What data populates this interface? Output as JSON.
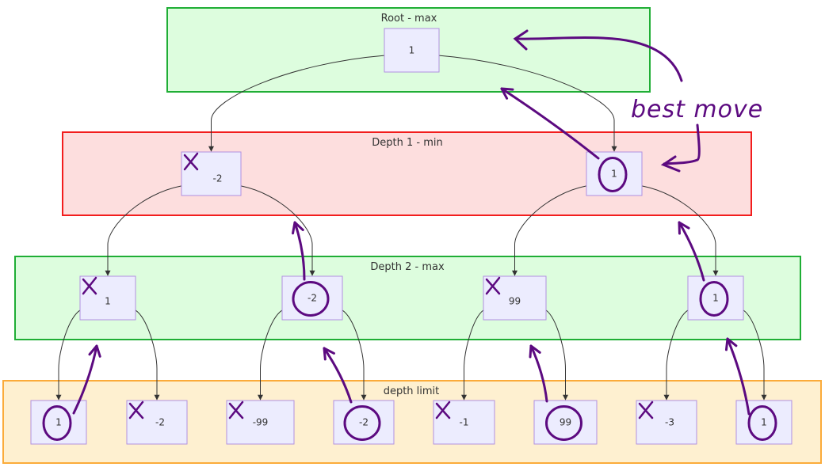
{
  "colors": {
    "max_fill": "#ddfdde",
    "max_stroke": "#1fae35",
    "min_fill": "#fddede",
    "min_stroke": "#f21d1d",
    "limit_fill": "#fef0d0",
    "limit_stroke": "#fbab3a",
    "node_fill": "#ececfe",
    "node_stroke": "#b18fe0",
    "edge": "#333333",
    "annotation": "#5c0a80"
  },
  "subgraphs": [
    {
      "id": "root",
      "title": "Root - max",
      "kind": "max"
    },
    {
      "id": "depth1",
      "title": "Depth 1 - min",
      "kind": "min"
    },
    {
      "id": "depth2",
      "title": "Depth 2 - max",
      "kind": "max"
    },
    {
      "id": "limit",
      "title": "depth limit",
      "kind": "limit"
    }
  ],
  "nodes": [
    {
      "id": "r",
      "level": "root",
      "value": "1",
      "mark": "none"
    },
    {
      "id": "a",
      "level": "depth1",
      "value": "-2",
      "mark": "cross"
    },
    {
      "id": "b",
      "level": "depth1",
      "value": "1",
      "mark": "circle"
    },
    {
      "id": "a1",
      "level": "depth2",
      "value": "1",
      "mark": "cross"
    },
    {
      "id": "a2",
      "level": "depth2",
      "value": "-2",
      "mark": "circle"
    },
    {
      "id": "b1",
      "level": "depth2",
      "value": "99",
      "mark": "cross"
    },
    {
      "id": "b2",
      "level": "depth2",
      "value": "1",
      "mark": "circle"
    },
    {
      "id": "l1",
      "level": "limit",
      "value": "1",
      "mark": "circle"
    },
    {
      "id": "l2",
      "level": "limit",
      "value": "-2",
      "mark": "cross"
    },
    {
      "id": "l3",
      "level": "limit",
      "value": "-99",
      "mark": "cross"
    },
    {
      "id": "l4",
      "level": "limit",
      "value": "-2",
      "mark": "circle"
    },
    {
      "id": "l5",
      "level": "limit",
      "value": "-1",
      "mark": "cross"
    },
    {
      "id": "l6",
      "level": "limit",
      "value": "99",
      "mark": "circle"
    },
    {
      "id": "l7",
      "level": "limit",
      "value": "-3",
      "mark": "cross"
    },
    {
      "id": "l8",
      "level": "limit",
      "value": "1",
      "mark": "circle"
    }
  ],
  "edges": [
    [
      "r",
      "a"
    ],
    [
      "r",
      "b"
    ],
    [
      "a",
      "a1"
    ],
    [
      "a",
      "a2"
    ],
    [
      "b",
      "b1"
    ],
    [
      "b",
      "b2"
    ],
    [
      "a1",
      "l1"
    ],
    [
      "a1",
      "l2"
    ],
    [
      "a2",
      "l3"
    ],
    [
      "a2",
      "l4"
    ],
    [
      "b1",
      "l5"
    ],
    [
      "b1",
      "l6"
    ],
    [
      "b2",
      "l7"
    ],
    [
      "b2",
      "l8"
    ]
  ],
  "annotation": {
    "label": "best move",
    "propagation": [
      [
        "l1",
        "a1"
      ],
      [
        "l4",
        "a2"
      ],
      [
        "l6",
        "b1"
      ],
      [
        "l8",
        "b2"
      ],
      [
        "a2",
        "a"
      ],
      [
        "b2",
        "b"
      ],
      [
        "b",
        "r"
      ]
    ]
  }
}
